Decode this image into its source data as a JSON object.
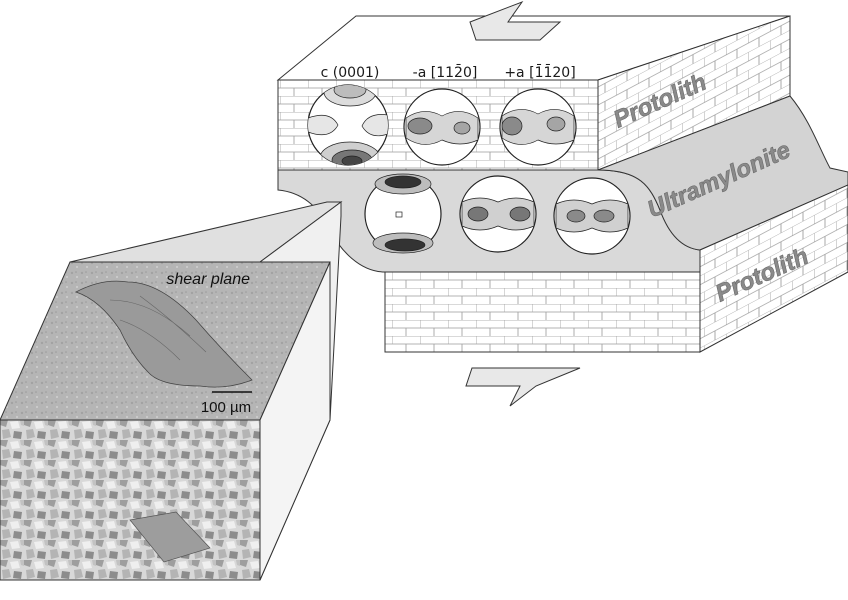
{
  "labels": {
    "c_axis": "c (0001)",
    "minus_a_axis": "-a [11¯2̄ 0]",
    "plus_a_axis": "+a [1̄1̄2 0]",
    "protolith_top": "Protolith",
    "ultramylonite": "Ultramylonite",
    "protolith_bottom": "Protolith",
    "shear_plane": "shear plane",
    "scale_bar": "100 µm"
  },
  "colors": {
    "band": "#d9d9d9",
    "block_face": "#ffffff",
    "pole_fill_dark": "#555555",
    "pole_fill_mid": "#bdbdbd",
    "sem_bg": "#b8b8b8",
    "ebsd_bg": "#c8c8c8"
  },
  "icons": {
    "top_arrow": "shear-sense-arrow-left",
    "bottom_arrow": "shear-sense-arrow-right"
  }
}
